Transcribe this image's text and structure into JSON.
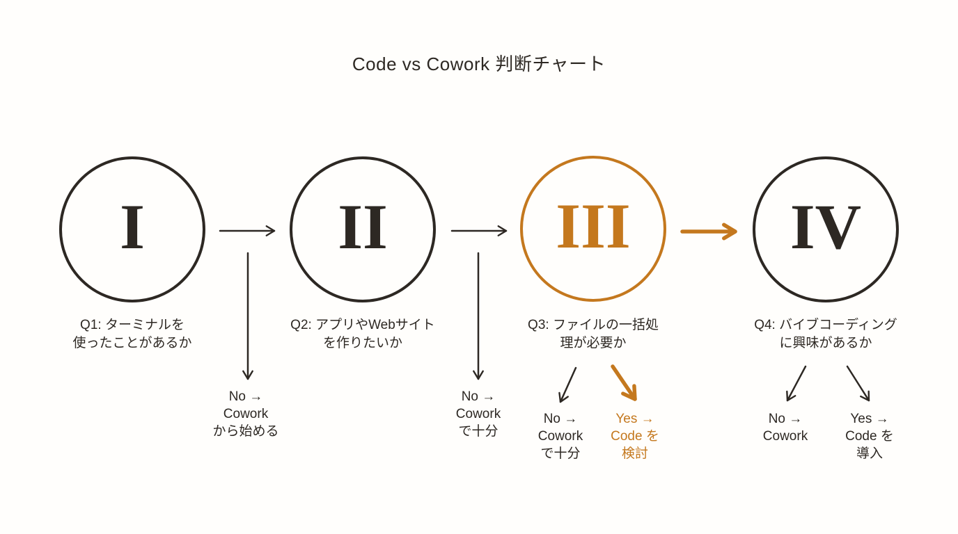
{
  "title": "Code vs Cowork 判断チャート",
  "colors": {
    "ink": "#2d2823",
    "accent": "#c4781e",
    "background": "#fffefc"
  },
  "nodes": [
    {
      "numeral": "I",
      "question": "Q1: ターミナルを\n使ったことがあるか",
      "highlighted": false
    },
    {
      "numeral": "II",
      "question": "Q2: アプリやWebサイト\nを作りたいか",
      "highlighted": false
    },
    {
      "numeral": "III",
      "question": "Q3: ファイルの一括処\n理が必要か",
      "highlighted": true
    },
    {
      "numeral": "IV",
      "question": "Q4: バイブコーディング\nに興味があるか",
      "highlighted": false
    }
  ],
  "branches": {
    "q1_no": "No →\nCowork\nから始める",
    "q2_no": "No →\nCowork\nで十分",
    "q3_no": "No →\nCowork\nで十分",
    "q3_yes": "Yes →\nCode を\n検討",
    "q4_no": "No →\nCowork",
    "q4_yes": "Yes →\nCode を\n導入"
  }
}
